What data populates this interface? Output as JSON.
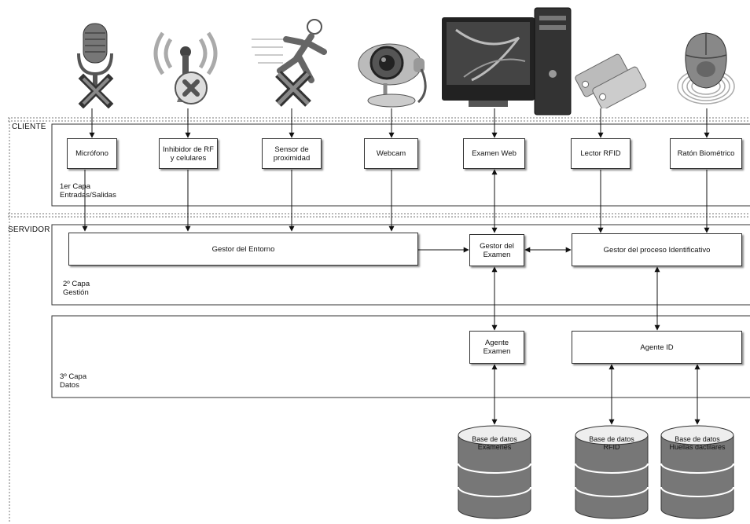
{
  "zones": {
    "client": "CLIENTE",
    "server": "SERVIDOR"
  },
  "layers": {
    "l1": "1er Capa\nEntradas/Salidas",
    "l2": "2º Capa\nGestión",
    "l3": "3º Capa\nDatos"
  },
  "client_boxes": {
    "mic": "Micrófono",
    "inhib": "Inhibidor de RF y celulares",
    "sensor": "Sensor de proximidad",
    "webcam": "Webcam",
    "exam": "Examen Web",
    "rfid": "Lector RFID",
    "mouse": "Ratón Biométrico"
  },
  "server_boxes": {
    "gestor_entorno": "Gestor del Entorno",
    "gestor_examen": "Gestor del Examen",
    "gestor_proceso": "Gestor del proceso Identificativo",
    "agente_examen": "Agente Examen",
    "agente_id": "Agente ID"
  },
  "databases": {
    "examenes": "Base de datos\nExámenes",
    "rfid": "Base de datos\nRFID",
    "huellas": "Base de datos\nHuellas dactilares"
  },
  "icons": [
    "microphone-icon",
    "rf-inhibitor-icon",
    "proximity-sensor-icon",
    "webcam-icon",
    "computer-icon",
    "rfid-tags-icon",
    "biometric-mouse-icon"
  ]
}
